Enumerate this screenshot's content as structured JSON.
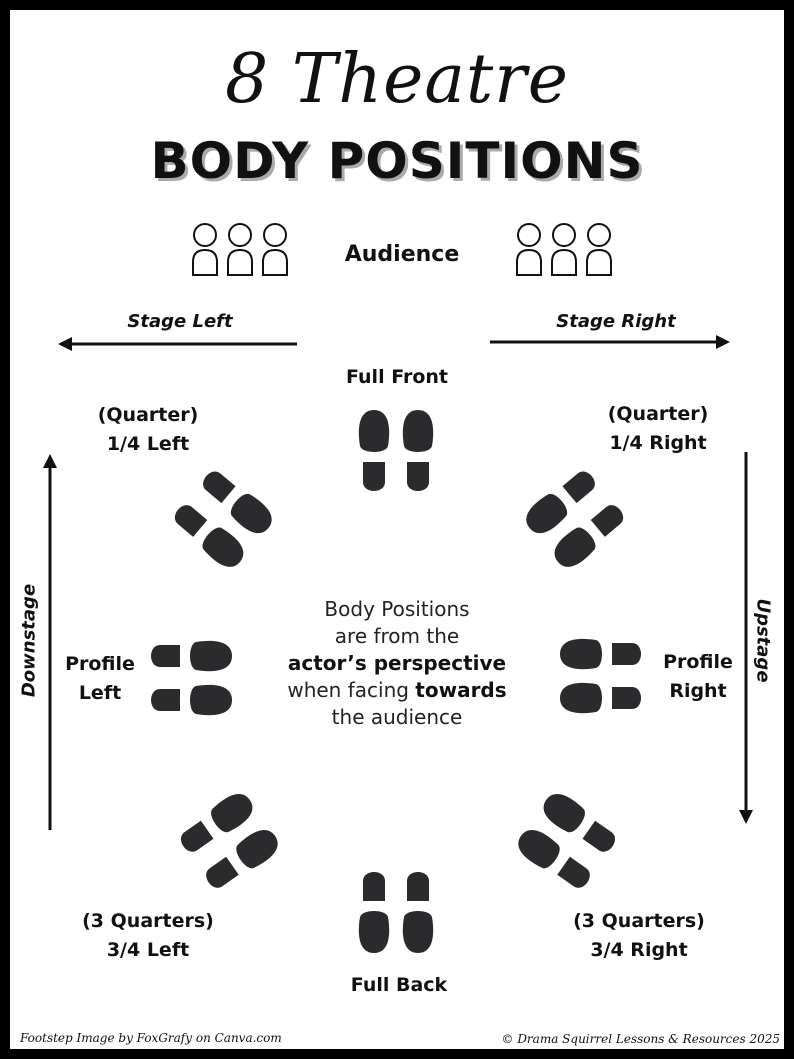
{
  "title_line1": "8 Theatre",
  "title_line2": "BODY POSITIONS",
  "audience_label": "Audience",
  "stage_left": "Stage Left",
  "stage_right": "Stage Right",
  "downstage": "Downstage",
  "upstage": "Upstage",
  "positions": {
    "full_front": "Full Front",
    "quarter_left": [
      "(Quarter)",
      "1/4 Left"
    ],
    "quarter_right": [
      "(Quarter)",
      "1/4 Right"
    ],
    "profile_left": [
      "Profile",
      "Left"
    ],
    "profile_right": [
      "Profile",
      "Right"
    ],
    "three_quarter_left": [
      "(3 Quarters)",
      "3/4 Left"
    ],
    "three_quarter_right": [
      "(3 Quarters)",
      "3/4 Right"
    ],
    "full_back": "Full Back"
  },
  "center_note": {
    "line1": "Body Positions",
    "line2": "are from the",
    "line3": "actor’s perspective",
    "line4_a": "when facing ",
    "line4_b": "towards",
    "line5": "the audience"
  },
  "footer_left": "Footstep Image by FoxGrafy on Canva.com",
  "footer_right": "© Drama Squirrel Lessons & Resources 2025",
  "colors": {
    "border": "#000000",
    "ink": "#2b2b2d",
    "background": "#ffffff"
  }
}
